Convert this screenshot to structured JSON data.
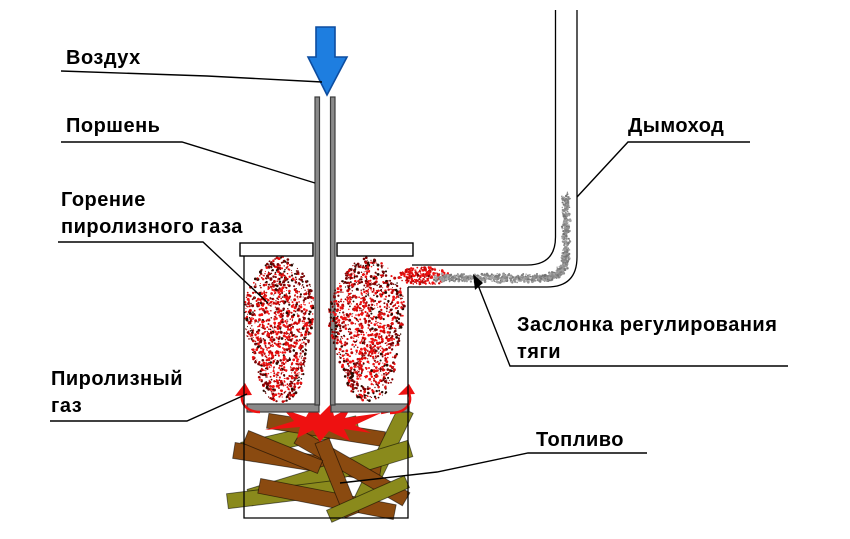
{
  "diagram": {
    "title_hint": "pyrolysis-stove-scheme",
    "labels": {
      "air": "Воздух",
      "piston": "Поршень",
      "combustion": [
        "Горение",
        "пиролизного газа"
      ],
      "pyrolysis_gas": [
        "Пиролизный",
        "газ"
      ],
      "chimney": "Дымоход",
      "damper": [
        "Заслонка регулирования",
        "тяги"
      ],
      "fuel": "Топливо"
    },
    "colors": {
      "background": "#ffffff",
      "air_arrow": "#1e7ee0",
      "air_arrow_outline": "#0d4da0",
      "flame_bright": "#ee1111",
      "flame_mid": "#c40909",
      "flame_dark": "#7a0404",
      "flame_char": "#2a0a00",
      "smoke": "#8f8f8f",
      "metal": "#8a8a8a",
      "metal_outline": "#3c3c3c",
      "wood_olive": "#8a8a1c",
      "wood_brown": "#8a4a10",
      "line": "#000000"
    }
  }
}
